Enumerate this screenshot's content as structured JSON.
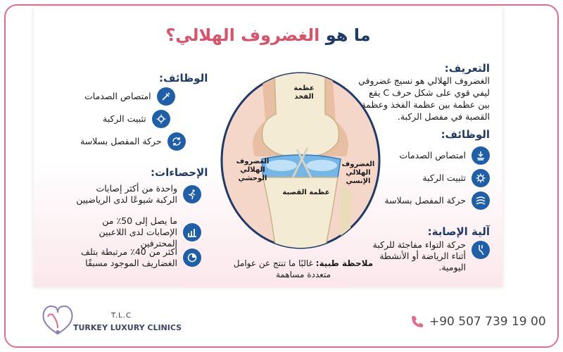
{
  "title_prefix": "ما هو ",
  "title_accent": "الغضروف الهلالي؟",
  "right": {
    "definition_heading": "التعريف:",
    "definition_text": "الغضروف الهلالي هو نسيج غضروفي ليفي قوي على شكل حرف C يقع بين عظمة بين عظمة الفخذ وعظمة القصبة في مفصل الركبة.",
    "functions_heading": "الوظائف:",
    "functions": [
      "امتصاص الصدمات",
      "تثبيت الركبة",
      "حركة المفصل بسلاسة"
    ],
    "mechanism_heading": "آلية الإصابة:",
    "mechanism_text": "حركة التواء مفاجئة للركبة أثناء الرياضة أو الأنشطة اليومية."
  },
  "left": {
    "functions_heading": "الوظائف:",
    "functions": [
      "امتصاص الصدمات",
      "تثبيت الركبة",
      "حركة المفصل بسلاسة"
    ],
    "stats_heading": "الإحصاءات:",
    "stats": [
      "واحدة من أكثر إصابات الركبة شيوعًا لدى الرياضيين",
      "ما يصل إلى 50٪ من الإصابات لدى اللاعبين المحترفين",
      "أكثر من 40٪ مرتبطة بتلف الغضاريف الموجود مسبقًا"
    ]
  },
  "knee": {
    "femur_label": "عظمة الفخذ",
    "tibia_label": "عظمة القصبة",
    "lateral_label": "الغضروف الهلالي الوحشي",
    "medial_label": "الغضروف الهلالي الإنسي"
  },
  "note": {
    "label": "ملاحظة طبية:",
    "text": "غالبًا ما تنتج عن عوامل متعددة مساهمة"
  },
  "footer": {
    "abbr": "T.L.C",
    "brand": "TURKEY LUXURY CLINICS",
    "phone": "+90 507 739 19 00"
  },
  "colors": {
    "navy": "#1f3a68",
    "accent": "#d9536b",
    "icon_blue": "#1f5fa8",
    "border_pink": "#e46b8e"
  }
}
